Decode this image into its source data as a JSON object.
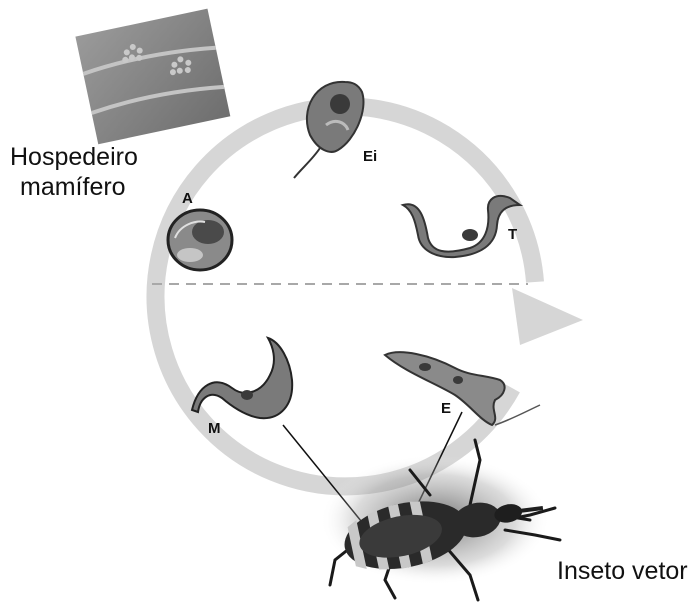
{
  "labels": {
    "host_line1": "Hospedeiro",
    "host_line2": "mamífero",
    "vector": "Inseto vetor"
  },
  "stages": {
    "epimastigote_intracellular": "Ei",
    "amastigote": "A",
    "trypomastigote": "T",
    "metacyclic": "M",
    "epimastigote": "E"
  },
  "colors": {
    "cycle_arrow": "#d6d6d6",
    "divider": "#a8a8a8",
    "organism_fill": "#7a7a7a",
    "organism_dark": "#3a3a3a",
    "tissue": "#8a8a8a"
  },
  "icons": {
    "host_tissue": "muscle-tissue-image",
    "vector_insect": "triatomine-bug-image"
  }
}
